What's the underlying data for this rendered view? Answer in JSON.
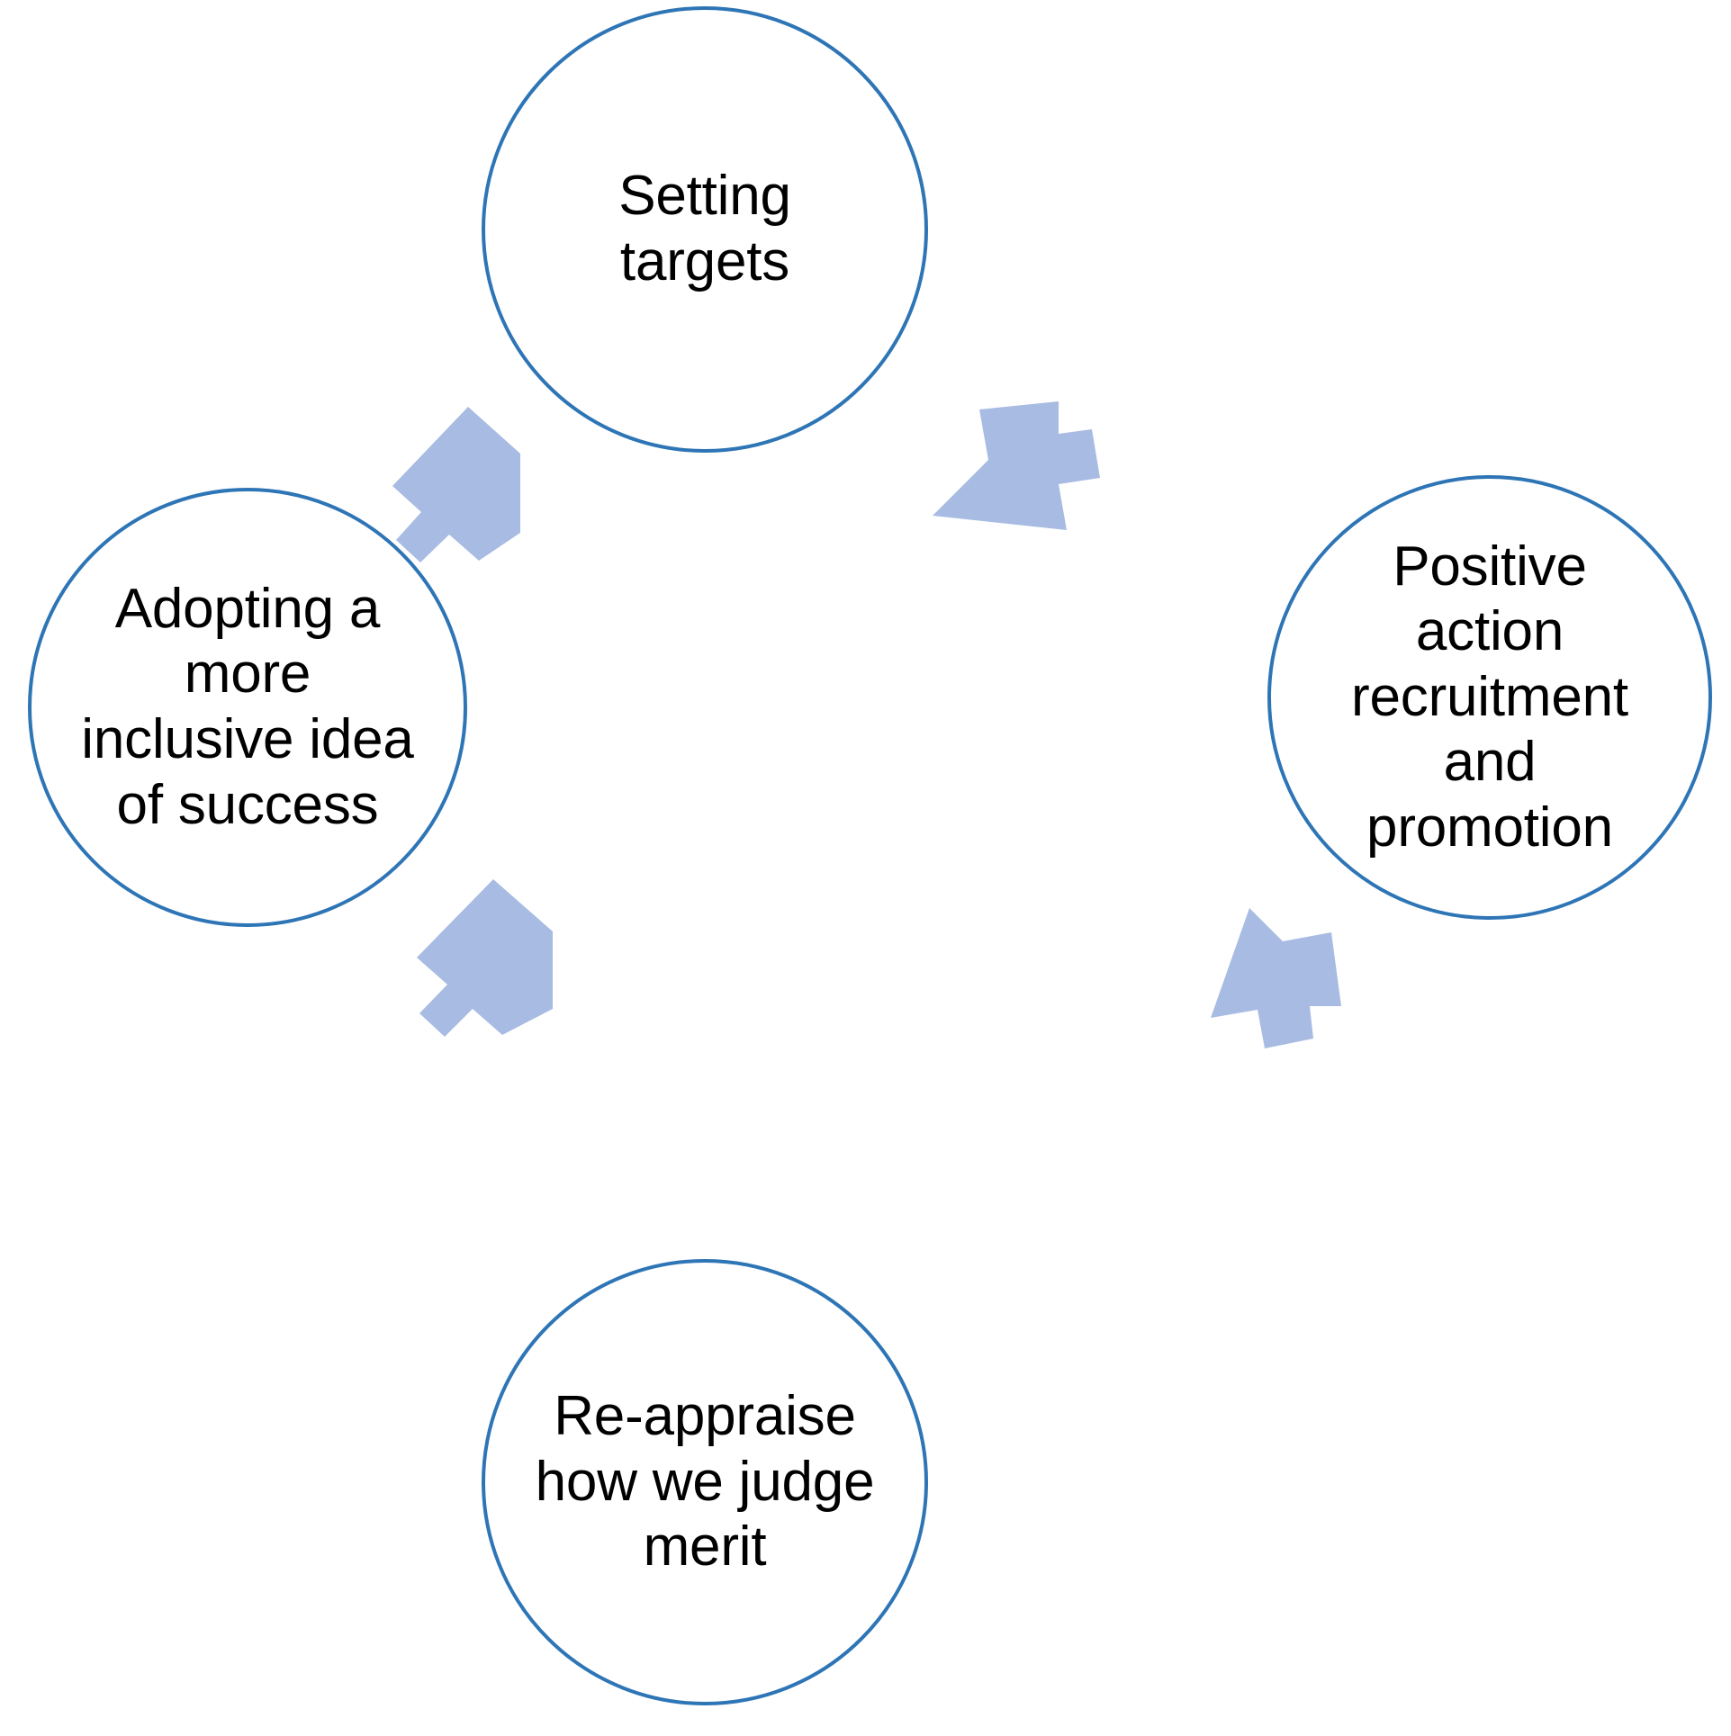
{
  "diagram": {
    "type": "cycle",
    "title": "",
    "colors": {
      "circle_stroke": "#2E75B6",
      "circle_fill": "#FFFFFF",
      "arrow_fill": "#A8BBE2",
      "text": "#000000",
      "background": "#FFFFFF"
    },
    "nodes": [
      {
        "id": "setting-targets",
        "position": "top",
        "label": "Setting\ntargets",
        "lines": [
          "Setting",
          "targets"
        ]
      },
      {
        "id": "positive-action",
        "position": "right",
        "label": "Positive\naction\nrecruitment\nand\npromotion",
        "lines": [
          "Positive",
          "action",
          "recruitment",
          "and",
          "promotion"
        ]
      },
      {
        "id": "re-appraise-merit",
        "position": "bottom",
        "label": "Re-appraise\nhow we judge\nmerit",
        "lines": [
          "Re-appraise",
          "how we judge",
          "merit"
        ]
      },
      {
        "id": "inclusive-success",
        "position": "left",
        "label": "Adopting a\nmore\ninclusive idea\nof success",
        "lines": [
          "Adopting a",
          "more",
          "inclusive idea",
          "of success"
        ]
      }
    ],
    "arrows": [
      {
        "id": "arrow-top-right",
        "from": "setting-targets",
        "to": "positive-action",
        "direction": "down-right",
        "name": "arrow-setting-targets-to-positive-action"
      },
      {
        "id": "arrow-bottom-right",
        "from": "positive-action",
        "to": "re-appraise-merit",
        "direction": "down-left",
        "name": "arrow-positive-action-to-re-appraise-merit"
      },
      {
        "id": "arrow-bottom-left",
        "from": "re-appraise-merit",
        "to": "inclusive-success",
        "direction": "up-left",
        "name": "arrow-re-appraise-merit-to-inclusive-success"
      },
      {
        "id": "arrow-top-left",
        "from": "inclusive-success",
        "to": "setting-targets",
        "direction": "up-right",
        "name": "arrow-inclusive-success-to-setting-targets"
      }
    ]
  }
}
